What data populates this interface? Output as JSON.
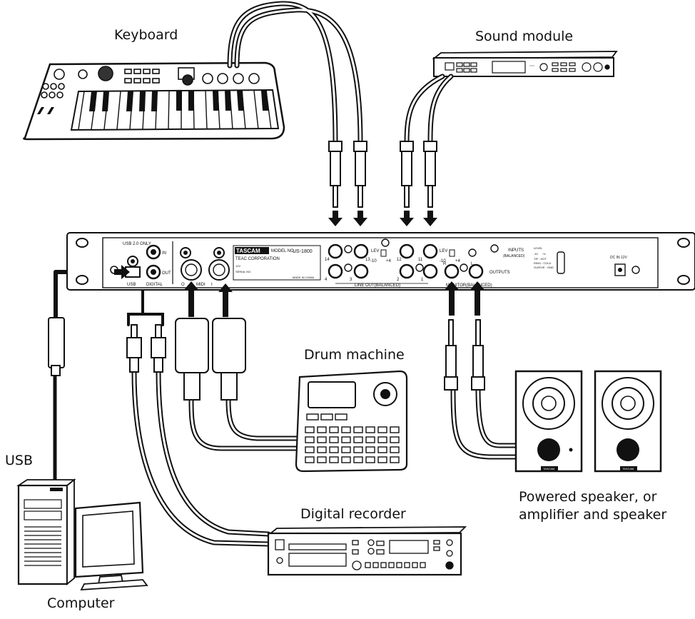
{
  "labels": {
    "keyboard": "Keyboard",
    "sound_module": "Sound module",
    "drum_machine": "Drum machine",
    "usb": "USB",
    "powered_speaker": "Powered speaker, or\namplifier and speaker",
    "digital_recorder": "Digital recorder",
    "computer": "Computer"
  },
  "panel": {
    "brand": "TASCAM",
    "model_prefix": "MODEL NO.",
    "model": "US-1800",
    "corporation": "TEAC CORPORATION",
    "voltage": "12V",
    "serial": "SERIAL NO.",
    "made_in": "MADE IN CHINA",
    "usb_only": "USB 2.0 ONLY",
    "usb": "USB",
    "digital": "DIGITAL",
    "in": "IN",
    "out": "OUT",
    "midi": "MIDI",
    "midi_o": "O",
    "midi_i": "I",
    "line_out": "LINE OUT(BALANCED)",
    "monitor": "MONITOR(BALANCED)",
    "outputs": "OUTPUTS",
    "inputs": "INPUTS",
    "inputs_balanced": "(BALANCED)",
    "level": "LEVEL",
    "lev": "LEV",
    "minus10": "-10",
    "plus4": "+4",
    "ch14": "14",
    "ch13": "13",
    "ch12": "12",
    "ch11": "11",
    "ch4": "4",
    "ch3": "3",
    "ch2": "2",
    "ch1": "1",
    "r": "R",
    "l": "L",
    "tip_hot": "TIP : HOT",
    "ring_cold": "RING : COLD",
    "sleeve_gnd": "SLEEVE : GND",
    "dc_in": "DC IN 12V"
  },
  "speaker_brand": "TASCAM"
}
